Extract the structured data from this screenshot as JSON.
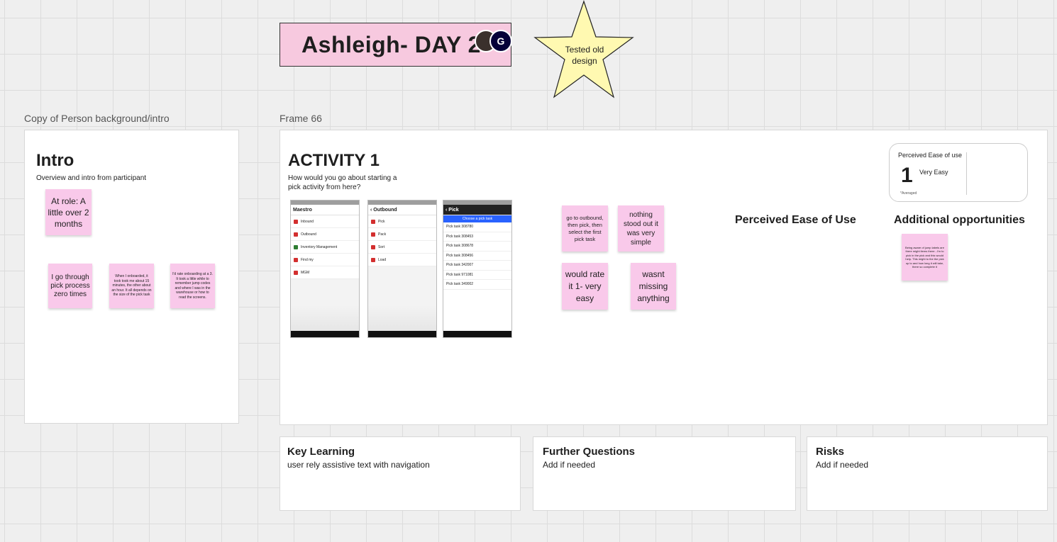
{
  "board": {
    "title": "Ashleigh- DAY 2",
    "avatar_initial": "G",
    "star_text": "Tested old design"
  },
  "intro_frame": {
    "label": "Copy of Person background/intro",
    "heading": "Intro",
    "subtitle": "Overview and intro from participant",
    "stickies": [
      "At role: A little over 2 months",
      "I go through pick process zero times",
      "When I onboarded, it took took me about 15 minutes, the other about an hour. It all depends on the size of the pick task",
      "I'd rate onboarding at a 3. It took a little while to remember jump codes and where I was in the warehouse or how to read the screens."
    ]
  },
  "activity_frame": {
    "label": "Frame 66",
    "heading": "ACTIVITY 1",
    "question": "How would you go about starting a pick activity from here?",
    "phones": [
      {
        "header": "Maestro",
        "rows": [
          "Inbound",
          "Outbound",
          "Inventory Management",
          "Find my",
          "MGM"
        ]
      },
      {
        "header": "Outbound",
        "rows": [
          "Pick",
          "Pack",
          "Sort",
          "Load"
        ]
      },
      {
        "header": "Pick",
        "banner": "Choose a pick task",
        "rows": [
          "Pick task 308780",
          "Pick task 308453",
          "Pick task 308678",
          "Pick task 308456",
          "Pick task 342007",
          "Pick task 971081",
          "Pick task 349002"
        ]
      }
    ],
    "stickies": [
      "go to outbound, then pick, then select the first pick task",
      "nothing stood out it was very simple",
      "would rate it 1- very easy",
      "wasnt missing anything"
    ],
    "ease_card": {
      "title": "Perceived Ease of use",
      "score": "1",
      "rating": "Very Easy",
      "footnote": "*Averaged"
    },
    "perceived_heading": "Perceived Ease of Use",
    "opportunities_heading": "Additional opportunities",
    "opportunity_sticky": "Being aware of jump labels are there might items there...I'm to pick in the pick and this would help. This might to the the pick up to and how long it will take, there so complete it"
  },
  "bottom": [
    {
      "title": "Key Learning",
      "text": "user rely assistive text with navigation"
    },
    {
      "title": "Further Questions",
      "text": "Add if needed"
    },
    {
      "title": "Risks",
      "text": "Add if needed"
    }
  ],
  "colors": {
    "sticky_pink": "#f9c9ea",
    "title_pink": "#f7c9df",
    "star_yellow": "#fff9b1",
    "accent_blue": "#2962ff"
  }
}
